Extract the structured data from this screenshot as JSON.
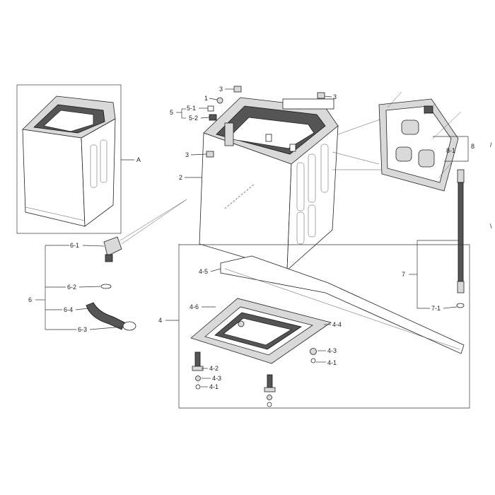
{
  "callouts": {
    "A": "A",
    "c1": "1",
    "c2": "2",
    "c3a": "3",
    "c3b": "3",
    "c3c": "3",
    "c4": "4",
    "c4_1a": "4-1",
    "c4_1b": "4-1",
    "c4_2": "4-2",
    "c4_3a": "4-3",
    "c4_3b": "4-3",
    "c4_4": "4-4",
    "c4_5": "4-5",
    "c4_6": "4-6",
    "c5": "5",
    "c5_1": "5-1",
    "c5_2": "5-2",
    "c6": "6",
    "c6_1": "6-1",
    "c6_2": "6-2",
    "c6_3": "6-3",
    "c6_4": "6-4",
    "c7": "7",
    "c7_1": "7-1",
    "c8": "8",
    "c8_1": "8-1"
  }
}
